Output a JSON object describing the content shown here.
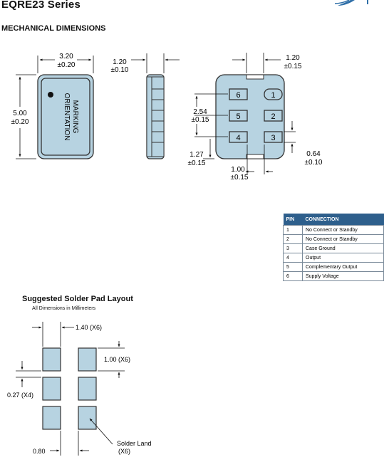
{
  "header": {
    "series_title": "EQRE23 Series",
    "section_title": "MECHANICAL DIMENSIONS"
  },
  "top_view": {
    "width_dim": [
      "3.20",
      "±0.20"
    ],
    "height_dim": [
      "5.00",
      "±0.20"
    ],
    "marking_text": [
      "MARKING",
      "ORIENTATION"
    ]
  },
  "side_view": {
    "thickness_dim": [
      "1.20",
      "±0.10"
    ]
  },
  "bottom_view": {
    "pad_width_dim": [
      "1.20",
      "±0.15"
    ],
    "pitch_dim": [
      "2.54",
      "±0.15"
    ],
    "edge_dim": [
      "1.27",
      "±0.15"
    ],
    "pad_length_dim": [
      "1.00",
      "±0.15"
    ],
    "pad_height_dim": [
      "0.64",
      "±0.10"
    ],
    "pin_labels": [
      "6",
      "1",
      "5",
      "2",
      "4",
      "3"
    ]
  },
  "pin_table": {
    "headers": [
      "PIN",
      "CONNECTION"
    ],
    "rows": [
      [
        "1",
        "No Connect or Standby"
      ],
      [
        "2",
        "No Connect or Standby"
      ],
      [
        "3",
        "Case Ground"
      ],
      [
        "4",
        "Output"
      ],
      [
        "5",
        "Complementary Output"
      ],
      [
        "6",
        "Supply Voltage"
      ]
    ]
  },
  "solder_layout": {
    "title": "Suggested Solder Pad Layout",
    "subtitle": "All Dimensions in Millimeters",
    "dim_pad_width": "1.40 (X6)",
    "dim_pad_height": "1.00 (X6)",
    "dim_gap": "0.27 (X4)",
    "dim_bottom": "0.80",
    "solder_land": [
      "Solder Land",
      "(X6)"
    ]
  },
  "colors": {
    "package_fill": "#b7d3e1",
    "outline": "#333333",
    "table_header": "#2e5f8c",
    "logo": "#2f6fa8"
  }
}
